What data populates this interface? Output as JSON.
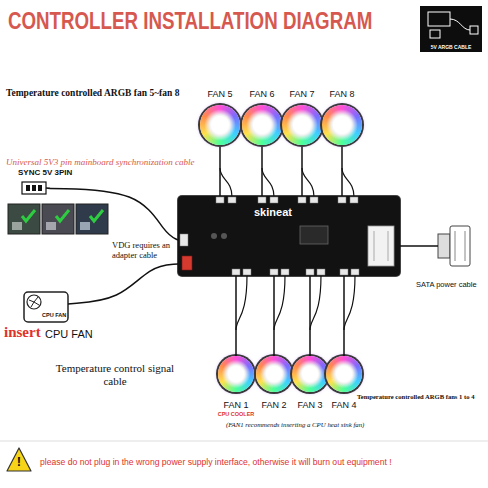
{
  "diagram": {
    "title": "CONTROLLER INSTALLATION DIAGRAM",
    "nodes": [
      {
        "text": [
          "FAN 5"
        ]
      },
      {
        "text": [
          "FAN 6"
        ]
      },
      {
        "text": [
          "FAN 7"
        ]
      },
      {
        "text": [
          "FAN 8"
        ]
      },
      {
        "text": [
          "SYNC 5V 3PIN"
        ]
      },
      {
        "text": [
          "skineat"
        ]
      },
      {
        "text": [
          "SATA power cable"
        ]
      },
      {
        "text": [
          "CPU FAN"
        ]
      },
      {
        "text": [
          "FAN 1",
          "CPU COOLER"
        ]
      },
      {
        "text": [
          "FAN 2"
        ]
      },
      {
        "text": [
          "FAN 3"
        ]
      },
      {
        "text": [
          "FAN 4"
        ]
      }
    ],
    "edges": [
      {
        "from": 0,
        "to": 5,
        "arrow": "none"
      },
      {
        "from": 1,
        "to": 5,
        "arrow": "none"
      },
      {
        "from": 2,
        "to": 5,
        "arrow": "none"
      },
      {
        "from": 3,
        "to": 5,
        "arrow": "none"
      },
      {
        "from": 4,
        "to": 5,
        "arrow": "none"
      },
      {
        "from": 6,
        "to": 5,
        "arrow": "none"
      },
      {
        "from": 7,
        "to": 5,
        "arrow": "none"
      },
      {
        "from": 8,
        "to": 5,
        "arrow": "none"
      },
      {
        "from": 9,
        "to": 5,
        "arrow": "none"
      },
      {
        "from": 10,
        "to": 5,
        "arrow": "none"
      },
      {
        "from": 11,
        "to": 5,
        "arrow": "none"
      }
    ],
    "labels": [
      "5V ARGB CABLE",
      "Temperature controlled ARGB fan 5~fan 8",
      "Universal 5V3 pin mainboard synchronization cable",
      "VDG requires an adapter cable",
      "insert",
      "CPU FAN",
      "Temperature control signal cable",
      "Temperature controlled ARGB fans 1 to 4",
      "(FAN1 recommends inserting a CPU heat sink fan)",
      "!",
      "please do not plug in the wrong power supply interface, otherwise it will burn out equipment !"
    ]
  }
}
